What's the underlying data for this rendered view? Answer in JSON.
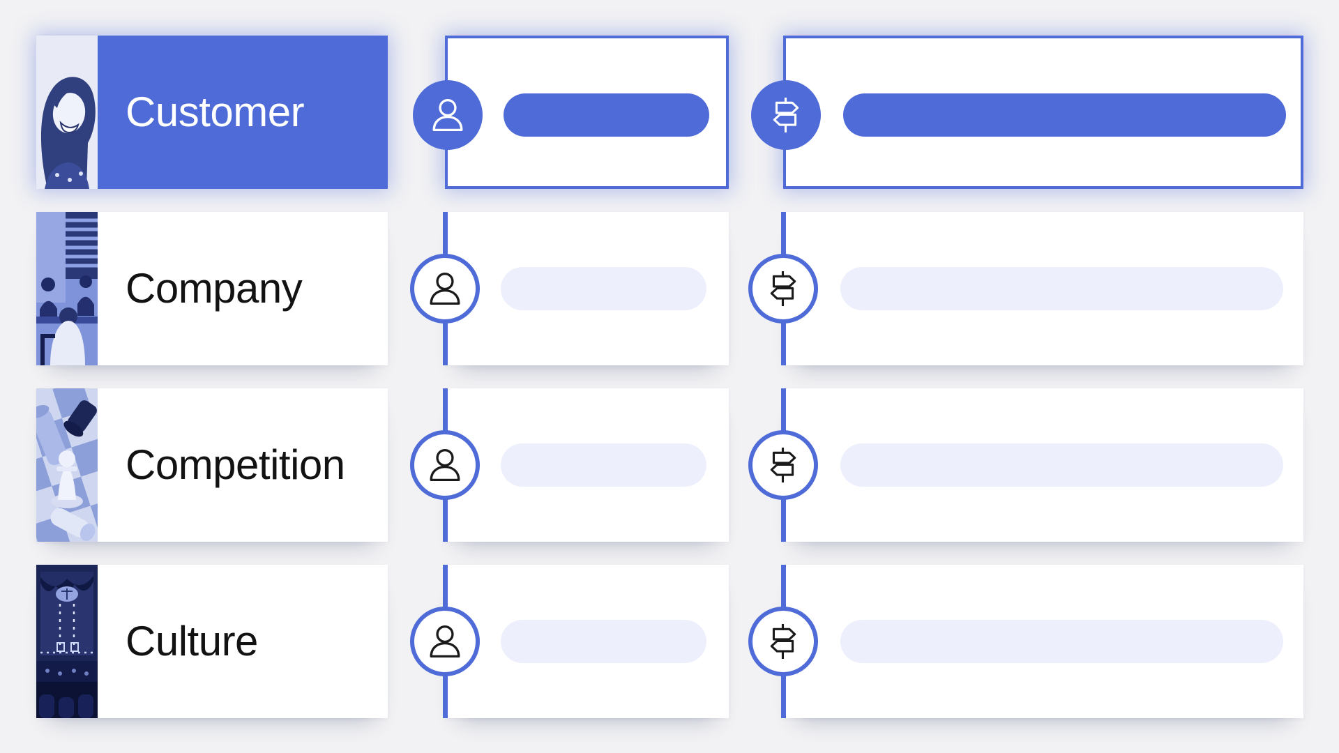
{
  "board": {
    "name": "four-cs-strategy-board"
  },
  "palette": {
    "accent": "#4e6bd8",
    "accent_soft": "#edf0fc",
    "page_bg": "#f2f2f4",
    "card_bg": "#ffffff",
    "label_text": "#121212",
    "icon_dark": "#1a1a1a",
    "active_text": "#ffffff"
  },
  "rows": [
    {
      "label": "Customer",
      "active": true,
      "image": "smiling-woman-portrait",
      "icons": [
        "person-icon",
        "signpost-icon"
      ]
    },
    {
      "label": "Company",
      "active": false,
      "image": "team-in-cafe-photo",
      "icons": [
        "person-icon",
        "signpost-icon"
      ]
    },
    {
      "label": "Competition",
      "active": false,
      "image": "chess-pieces-photo",
      "icons": [
        "person-icon",
        "signpost-icon"
      ]
    },
    {
      "label": "Culture",
      "active": false,
      "image": "theatre-stage-photo",
      "icons": [
        "person-icon",
        "signpost-icon"
      ]
    }
  ],
  "columns": {
    "person_column": {
      "icon": "person-icon",
      "placeholder_bar": true
    },
    "direction_column": {
      "icon": "signpost-icon",
      "placeholder_bar": true
    }
  }
}
